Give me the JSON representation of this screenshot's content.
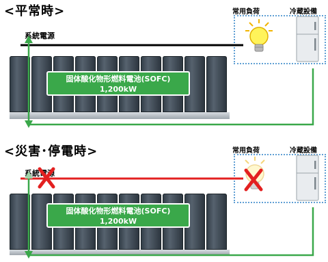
{
  "normal": {
    "title": "<平常時>",
    "grid_label": "系統電源",
    "load_label": "常用負荷",
    "equip_label": "冷蔵設備",
    "sofc_name": "固体酸化物形燃料電池(SOFC)",
    "sofc_power": "1,200kW"
  },
  "disaster": {
    "title": "<災害･停電時>",
    "grid_label": "系統電源",
    "load_label": "常用負荷",
    "equip_label": "冷蔵設備",
    "sofc_name": "固体酸化物形燃料電池(SOFC)",
    "sofc_power": "1,200kW"
  },
  "colors": {
    "grid_line_normal": "#000000",
    "grid_line_outage": "#e32020",
    "supply_line": "#3aa84a",
    "failure_mark": "#e32020",
    "dotted_border": "#5f9fd4"
  },
  "icons": {
    "bulb": "light-bulb-icon",
    "fridge": "refrigerator-icon",
    "cross": "x-mark-icon"
  }
}
